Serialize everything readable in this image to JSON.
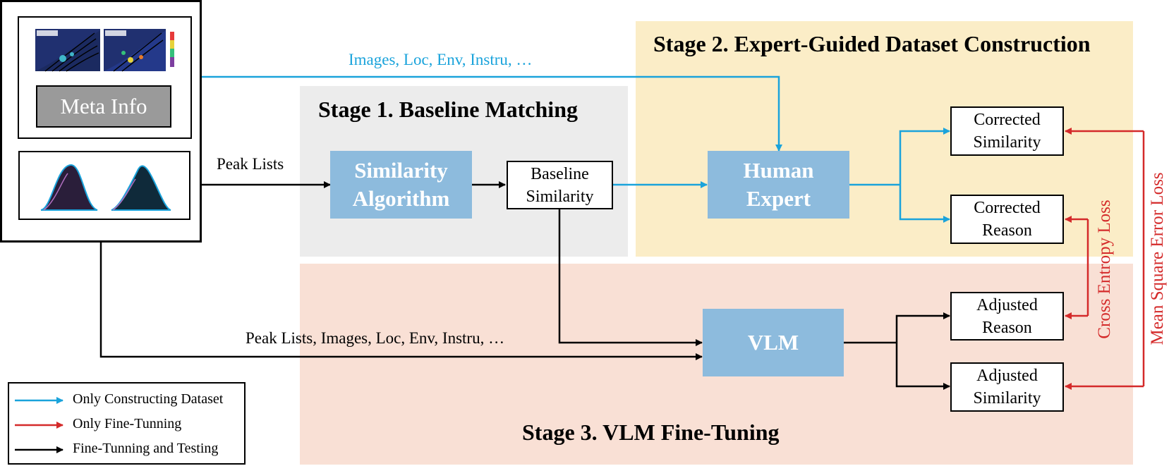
{
  "stages": {
    "stage1": "Stage 1. Baseline Matching",
    "stage2": "Stage 2. Expert-Guided Dataset Construction",
    "stage3": "Stage 3. VLM Fine-Tuning"
  },
  "input_panel": {
    "meta_info": "Meta Info"
  },
  "nodes": {
    "similarity_algorithm": "Similarity\nAlgorithm",
    "baseline_similarity": "Baseline\nSimilarity",
    "human_expert": "Human\nExpert",
    "vlm": "VLM",
    "corrected_similarity": "Corrected\nSimilarity",
    "corrected_reason": "Corrected\nReason",
    "adjusted_reason": "Adjusted\nReason",
    "adjusted_similarity": "Adjusted\nSimilarity"
  },
  "edge_labels": {
    "top_inputs": "Images, Loc, Env, Instru, …",
    "peak_lists": "Peak Lists",
    "bottom_inputs": "Peak Lists, Images, Loc, Env, Instru, …",
    "cross_entropy": "Cross Entropy Loss",
    "mse": "Mean Square Error Loss"
  },
  "legend": {
    "items": [
      {
        "label": "Only Constructing Dataset",
        "color": "#1aa3db"
      },
      {
        "label": "Only Fine-Tunning",
        "color": "#d42a2a"
      },
      {
        "label": "Fine-Tunning and Testing",
        "color": "#000000"
      }
    ]
  },
  "colors": {
    "stage1_bg": "#ececec",
    "stage2_bg": "#fbedc7",
    "stage3_bg": "#f9e0d5",
    "node_blue": "#8dbbdd",
    "blue_arrow": "#1aa3db",
    "red_arrow": "#d42a2a"
  }
}
